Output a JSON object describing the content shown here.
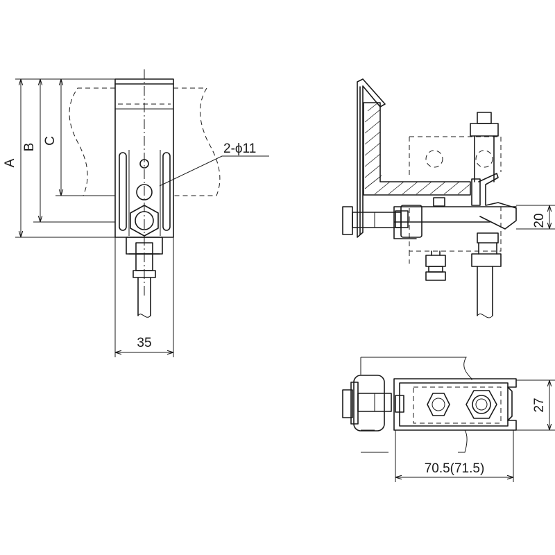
{
  "labels": {
    "dim_a": "A",
    "dim_b": "B",
    "dim_c": "C",
    "hole_callout": "2-ϕ11",
    "width_front": "35",
    "height_side": "20",
    "height_top": "27",
    "length_top": "70.5(71.5)"
  }
}
